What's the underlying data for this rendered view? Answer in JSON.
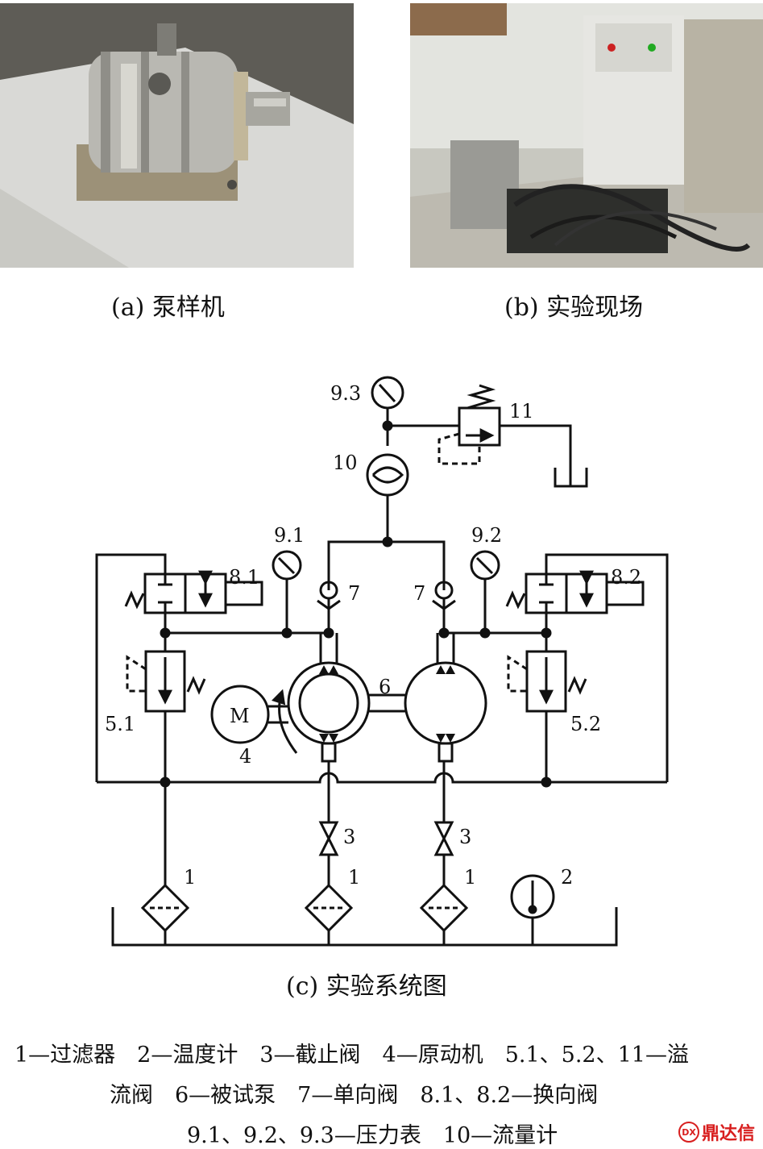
{
  "captions": {
    "a": "(a) 泵样机",
    "b": "(b) 实验现场",
    "c": "(c) 实验系统图"
  },
  "labels": {
    "g93": "9.3",
    "valve11": "11",
    "flowmeter10": "10",
    "g91": "9.1",
    "g92": "9.2",
    "dir81": "8.1",
    "dir82": "8.2",
    "check7l": "7",
    "check7r": "7",
    "pump6": "6",
    "motor": "M",
    "motor4": "4",
    "relief51": "5.1",
    "relief52": "5.2",
    "stop3l": "3",
    "stop3r": "3",
    "filter1a": "1",
    "filter1b": "1",
    "filter1c": "1",
    "thermo2": "2"
  },
  "legend": {
    "line1": "1—过滤器　2—温度计　3—截止阀　4—原动机　5.1、5.2、11—溢",
    "line2": "流阀　6—被试泵　7—单向阀　8.1、8.2—换向阀",
    "line3": "9.1、9.2、9.3—压力表　10—流量计"
  },
  "watermark": {
    "logo": "DX",
    "text": "鼎达信"
  },
  "colors": {
    "line": "#111111",
    "watermark": "#d81e1e"
  }
}
